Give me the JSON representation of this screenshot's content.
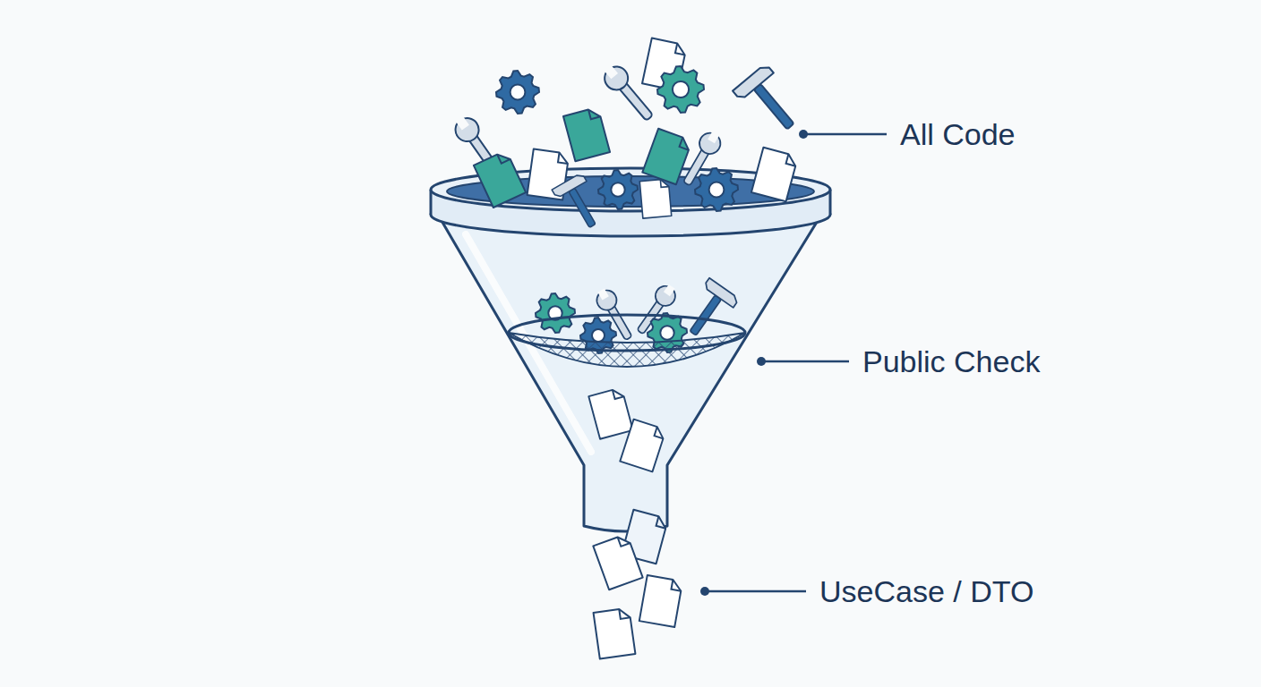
{
  "diagram": {
    "labels": [
      "All Code",
      "Public Check",
      "UseCase / DTO"
    ]
  }
}
